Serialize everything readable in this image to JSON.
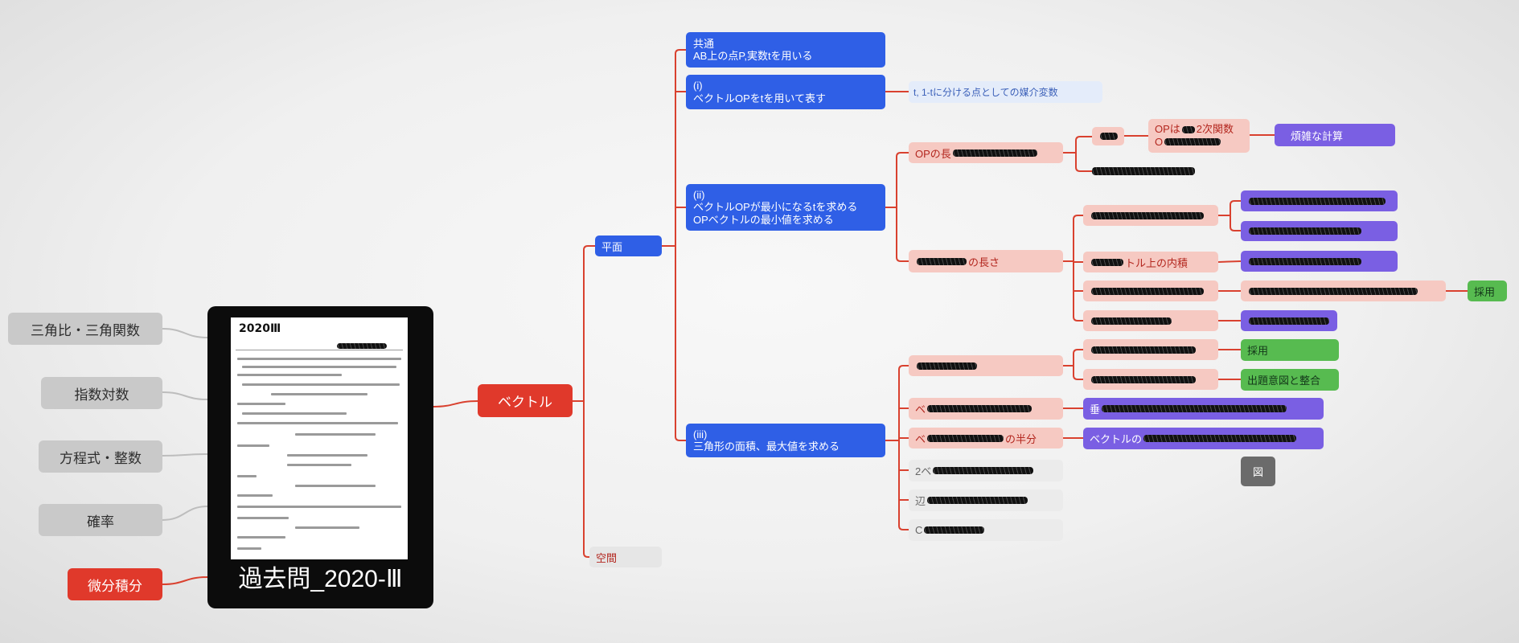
{
  "left_topics": {
    "trig": "三角比・三角関数",
    "explog": "指数対数",
    "equations": "方程式・整数",
    "probability": "確率",
    "calculus": "微分積分"
  },
  "card": {
    "doc_heading": "2020Ⅲ",
    "title": "過去問_2020-Ⅲ"
  },
  "root": "ベクトル",
  "branches": {
    "plane": "平面",
    "space": "空間"
  },
  "plane_steps": {
    "common": {
      "line1": "共通",
      "line2": "AB上の点P,実数tを用いる"
    },
    "step1": {
      "line1": "(i)",
      "line2": "ベクトルOPをtを用いて表す",
      "note": "t, 1-tに分ける点としての媒介変数"
    },
    "step2": {
      "line1": "(ii)",
      "line2": "ベクトルOPが最小になるtを求める",
      "line3": "OPベクトルの最小値を求める"
    },
    "step3": {
      "line1": "(iii)",
      "line2": "三角形の面積、最大値を求める"
    }
  },
  "step2_methods": {
    "op_length": {
      "label": "OPの長",
      "quadratic_line1_start": "OPは",
      "quadratic_line1_end": "2次関数",
      "quadratic_line2_start": "O",
      "complex_calc": "煩雑な計算"
    },
    "length_alt": {
      "label_end": "の長さ",
      "inner_product_end": "トル上の内積",
      "adopt": "採用"
    }
  },
  "step3_methods": {
    "adopt": "採用",
    "consistent": "出題意図と整合",
    "vec_a_start": "ベ",
    "vec_a_child_start": "垂",
    "vec_b_start": "ベ",
    "vec_b_end": "の半分",
    "vec_b_child_start": "ベクトルの",
    "figure": "図",
    "grey_1_start": "2ベ",
    "grey_2_start": "辺",
    "grey_3_start": "C"
  },
  "colors": {
    "blue": "#2f5fe6",
    "red": "#e0392b",
    "pink": "#f6c9c2",
    "purple": "#7a5fe3",
    "green": "#57bb50",
    "grey": "#ebebeb",
    "topic_grey": "#c9c9c9",
    "card_black": "#0c0c0c"
  }
}
